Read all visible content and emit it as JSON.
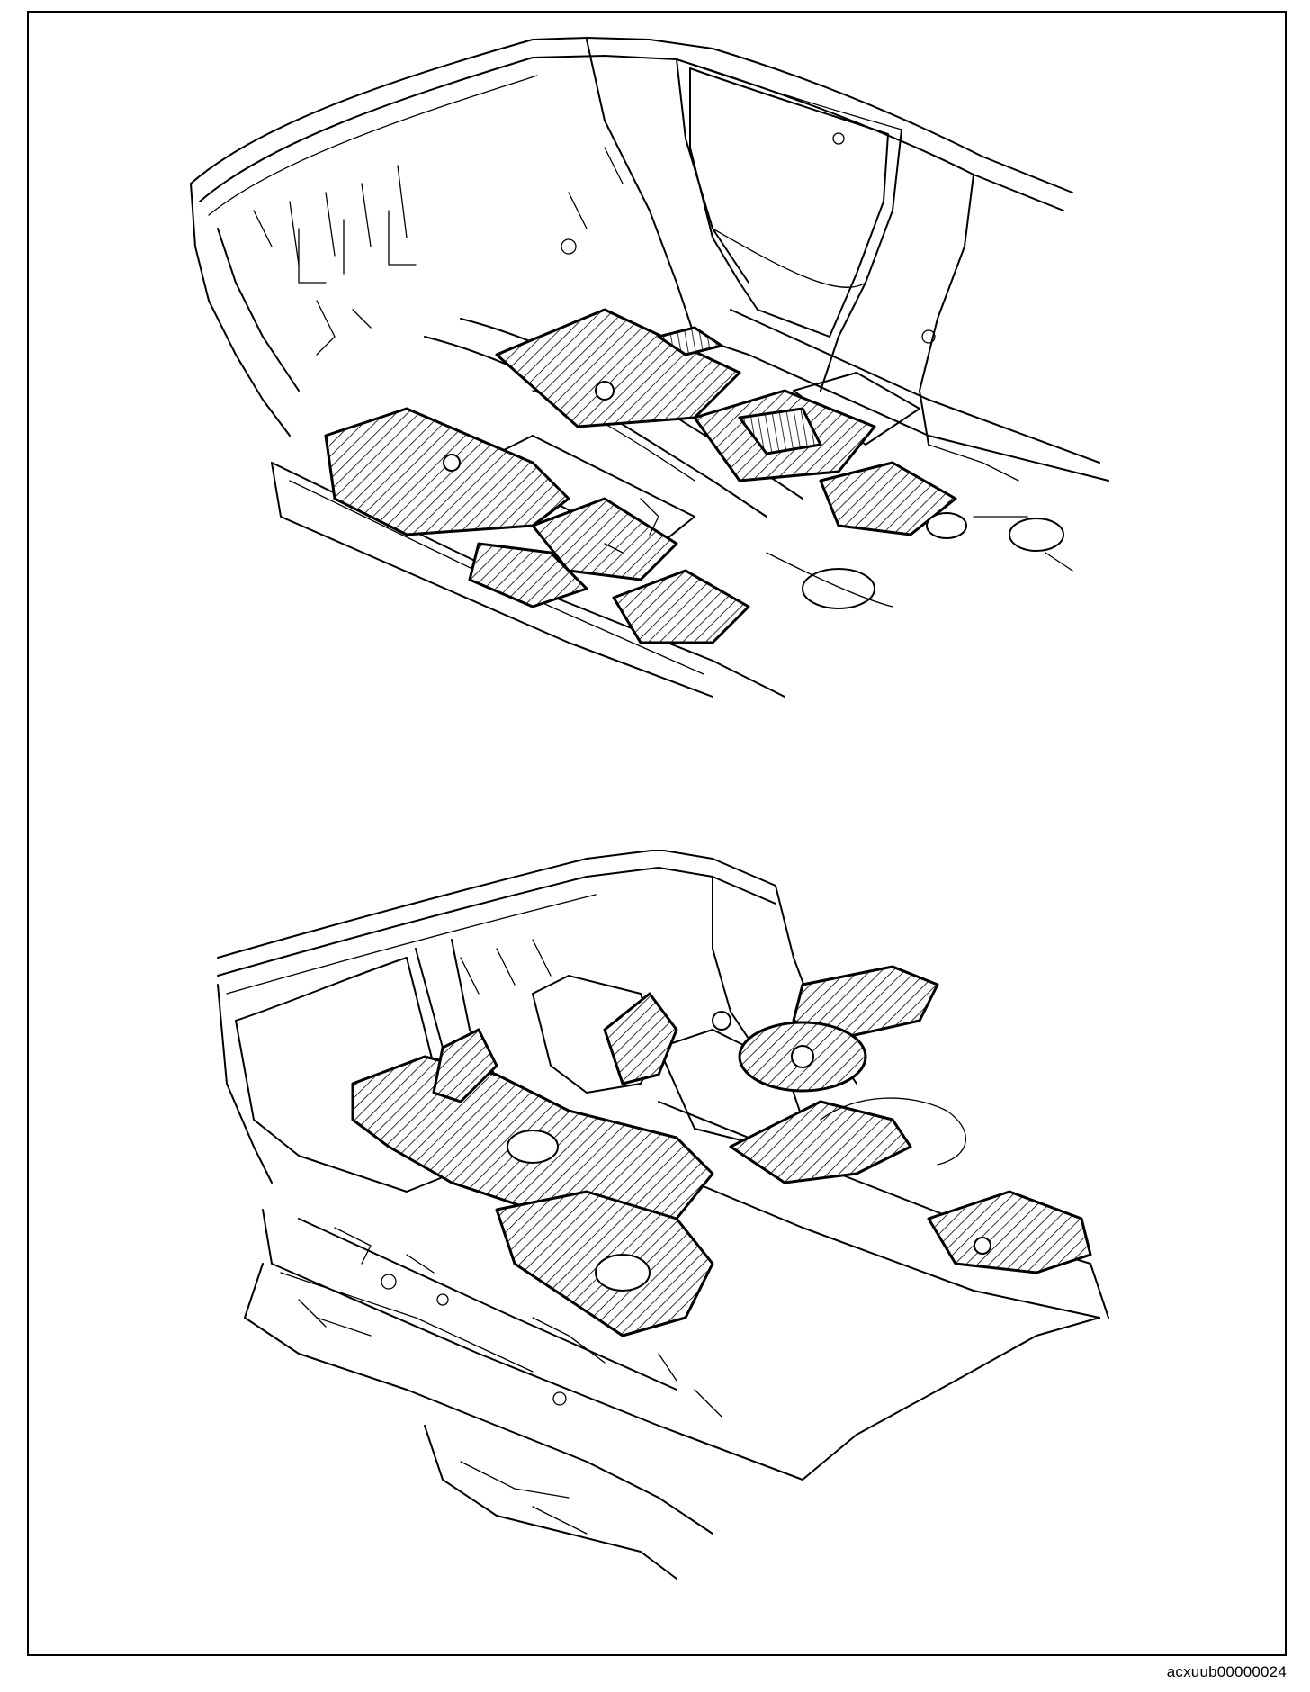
{
  "figure": {
    "code": "acxuub00000024",
    "views": [
      {
        "id": "front-floor",
        "description_name": "front-floor-view"
      },
      {
        "id": "rear-floor",
        "description_name": "rear-floor-view"
      }
    ]
  },
  "colors": {
    "line": "#000000",
    "background": "#ffffff"
  }
}
